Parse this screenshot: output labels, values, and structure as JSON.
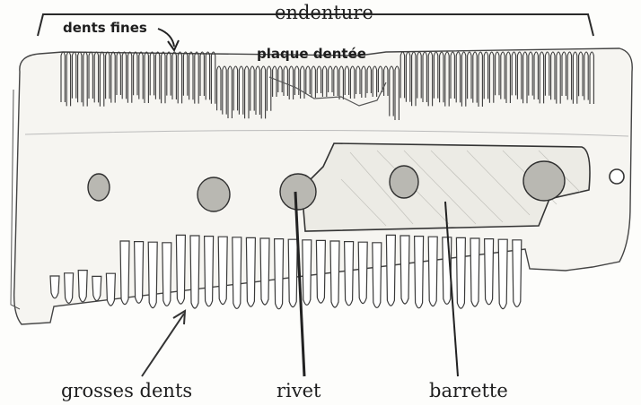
{
  "labels": {
    "endenture": "endenture",
    "dents_fines": "dents fines",
    "plaque_dentee": "plaque dentée",
    "grosses_dents": "grosses dents",
    "rivet": "rivet",
    "barrette": "barrette"
  },
  "colors": {
    "ink": "#1e1e1e",
    "paper": "#fdfdfb",
    "comb_fill": "#f6f5f1",
    "bar_fill": "#ecebe5",
    "rivet_fill": "#b9b8b2"
  }
}
